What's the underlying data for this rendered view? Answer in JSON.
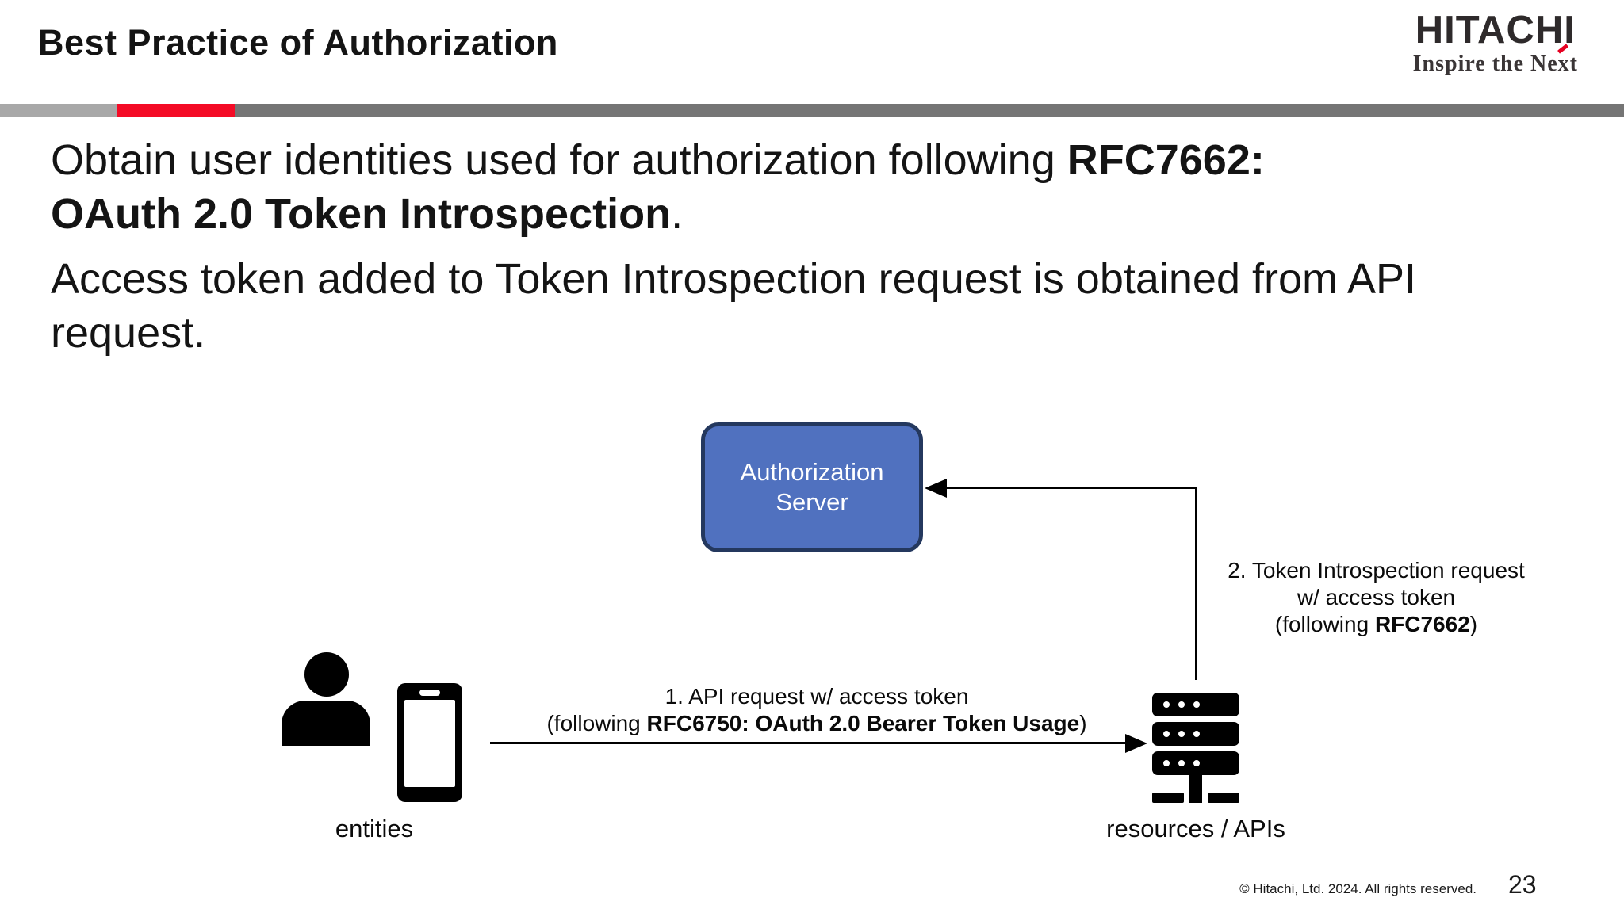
{
  "header": {
    "title": "Best Practice of Authorization",
    "logo": {
      "brand": "HITACHI",
      "tagline": "Inspire the Next"
    }
  },
  "colors": {
    "bar_gray_left": "#a8a8a8",
    "bar_red": "#f40b26",
    "bar_gray_right": "#757575",
    "logo_accent_red": "#e60021",
    "box_fill": "#5071bf",
    "box_border": "#24385e",
    "box_text": "#ffffff",
    "icon_black": "#000000"
  },
  "intro": {
    "p1": {
      "lines": [
        [
          {
            "t": "Obtain user identities used for authorization following ",
            "b": false
          },
          {
            "t": "RFC7662:",
            "b": true
          }
        ],
        [
          {
            "t": "OAuth 2.0 Token Introspection",
            "b": true
          },
          {
            "t": ".",
            "b": false
          }
        ]
      ]
    },
    "p2": {
      "lines": [
        [
          {
            "t": "Access token added to Token Introspection request is obtained from API",
            "b": false
          }
        ],
        [
          {
            "t": "request.",
            "b": false
          }
        ]
      ]
    }
  },
  "diagram": {
    "auth_server": {
      "lines": [
        [
          {
            "t": "Authorization",
            "b": false
          }
        ],
        [
          {
            "t": "Server",
            "b": false
          }
        ]
      ]
    },
    "arrow1": {
      "lines": [
        [
          {
            "t": "1. API request w/ access token",
            "b": false
          }
        ],
        [
          {
            "t": "(following ",
            "b": false
          },
          {
            "t": "RFC6750: OAuth 2.0 Bearer Token Usage",
            "b": true
          },
          {
            "t": ")",
            "b": false
          }
        ]
      ]
    },
    "arrow2": {
      "lines": [
        [
          {
            "t": "2. Token Introspection request",
            "b": false
          }
        ],
        [
          {
            "t": "w/ access token",
            "b": false
          }
        ],
        [
          {
            "t": "(following ",
            "b": false
          },
          {
            "t": "RFC7662",
            "b": true
          },
          {
            "t": ")",
            "b": false
          }
        ]
      ]
    },
    "entities_label": "entities",
    "resources_label": "resources / APIs"
  },
  "footer": {
    "copyright": "© Hitachi, Ltd. 2024. All rights reserved.",
    "page": "23"
  }
}
